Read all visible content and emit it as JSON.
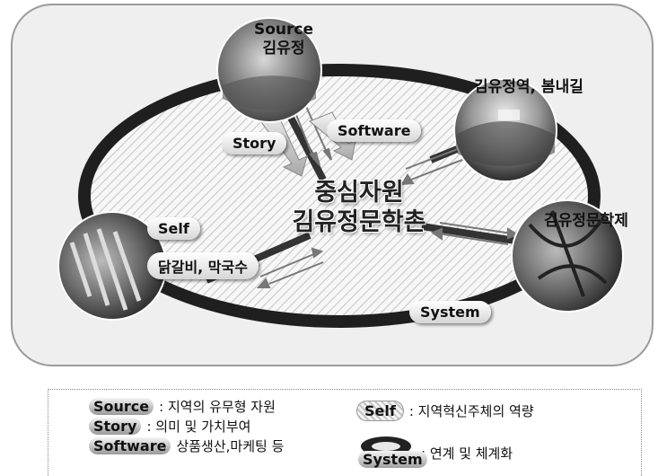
{
  "diagram": {
    "center": {
      "line1": "중심자원",
      "line2": "김유정문학촌"
    },
    "nodes": {
      "top": {
        "tag": "Source",
        "name": "김유정"
      },
      "right_top": {
        "name": "김유정역, 봄내길"
      },
      "right": {
        "name": "김유정문학제"
      },
      "left": {
        "tag": "Self",
        "name": "닭갈비, 막국수"
      }
    },
    "arrows": {
      "story": "Story",
      "software": "Software",
      "system": "System"
    }
  },
  "legend": {
    "source": {
      "key": "Source",
      "desc": ": 지역의 유무형 자원"
    },
    "story": {
      "key": "Story",
      "desc": ": 의미 및 가치부여"
    },
    "software": {
      "key": "Software",
      "desc": "상품생산,마케팅 등"
    },
    "self": {
      "key": "Self",
      "desc": ": 지역혁신주체의 역량"
    },
    "system": {
      "key": "System",
      "desc": ": 연계 및 체계화"
    }
  },
  "colors": {
    "ring": "#1f1f1f",
    "hatch": "#bdbdbd",
    "frame": "#9a9a9a",
    "arrow_fill": "#cccccc"
  }
}
